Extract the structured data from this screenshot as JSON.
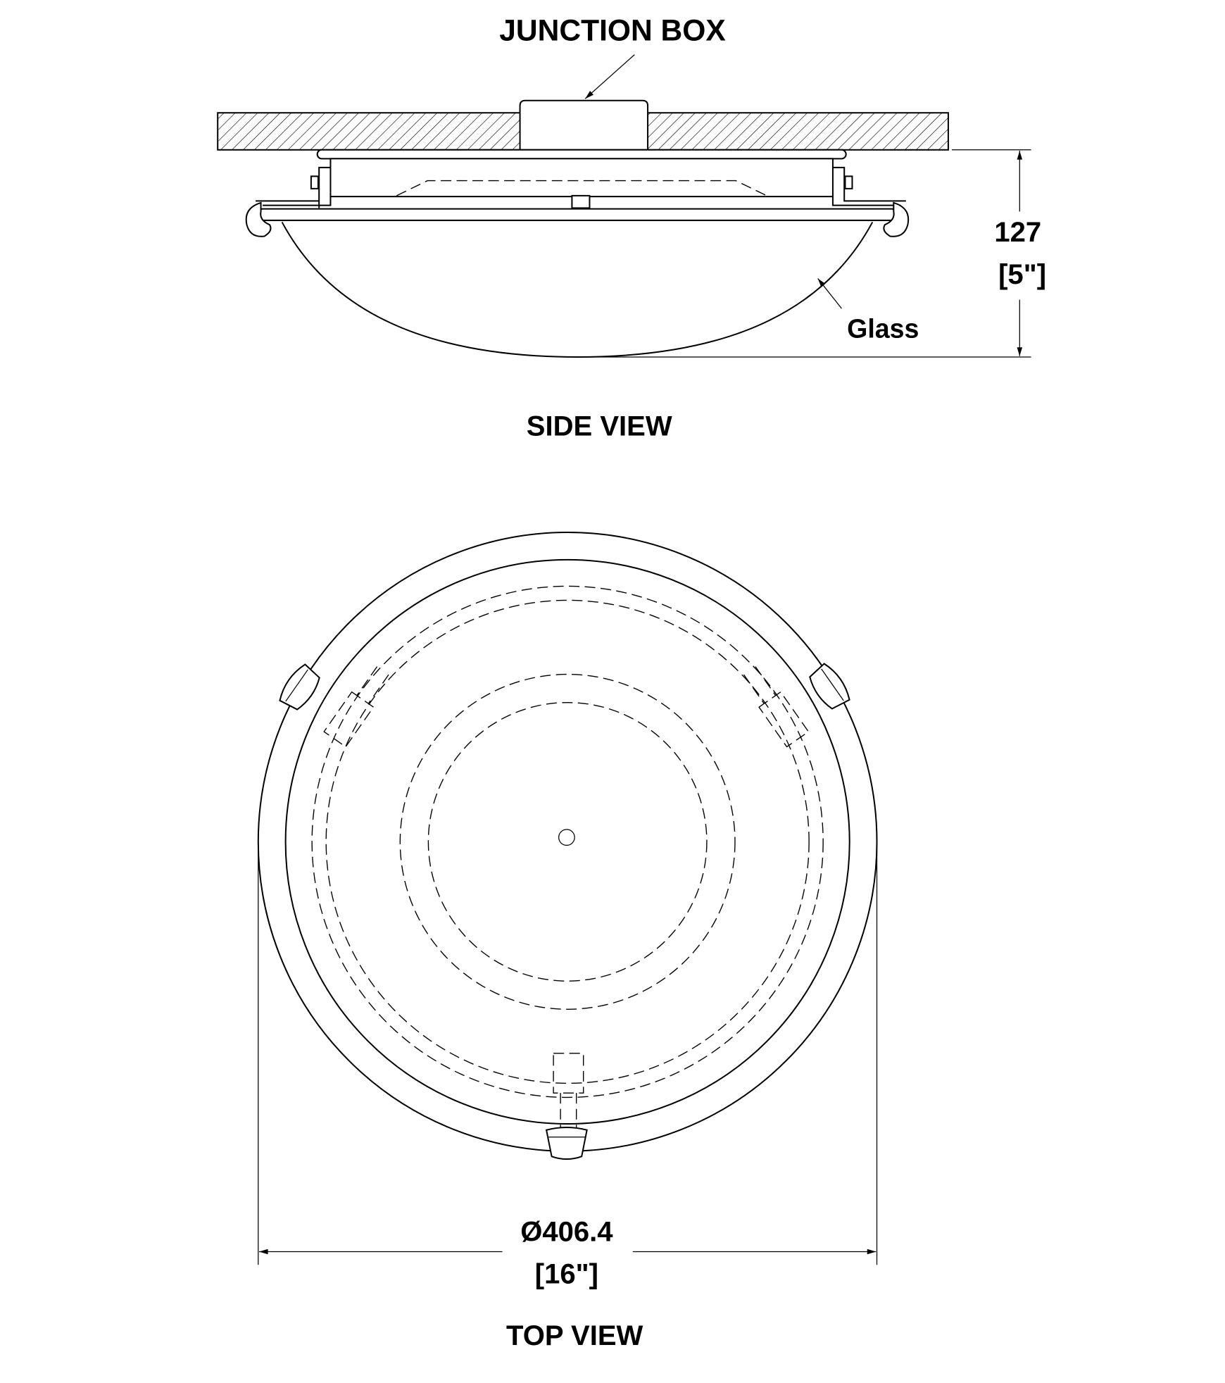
{
  "side_view": {
    "callout_junction_box": "JUNCTION BOX",
    "callout_glass": "Glass",
    "height_mm": "127",
    "height_in": "[5\"]",
    "title": "SIDE VIEW"
  },
  "top_view": {
    "diameter_mm": "Ø406.4",
    "diameter_in": "[16\"]",
    "title": "TOP VIEW"
  }
}
